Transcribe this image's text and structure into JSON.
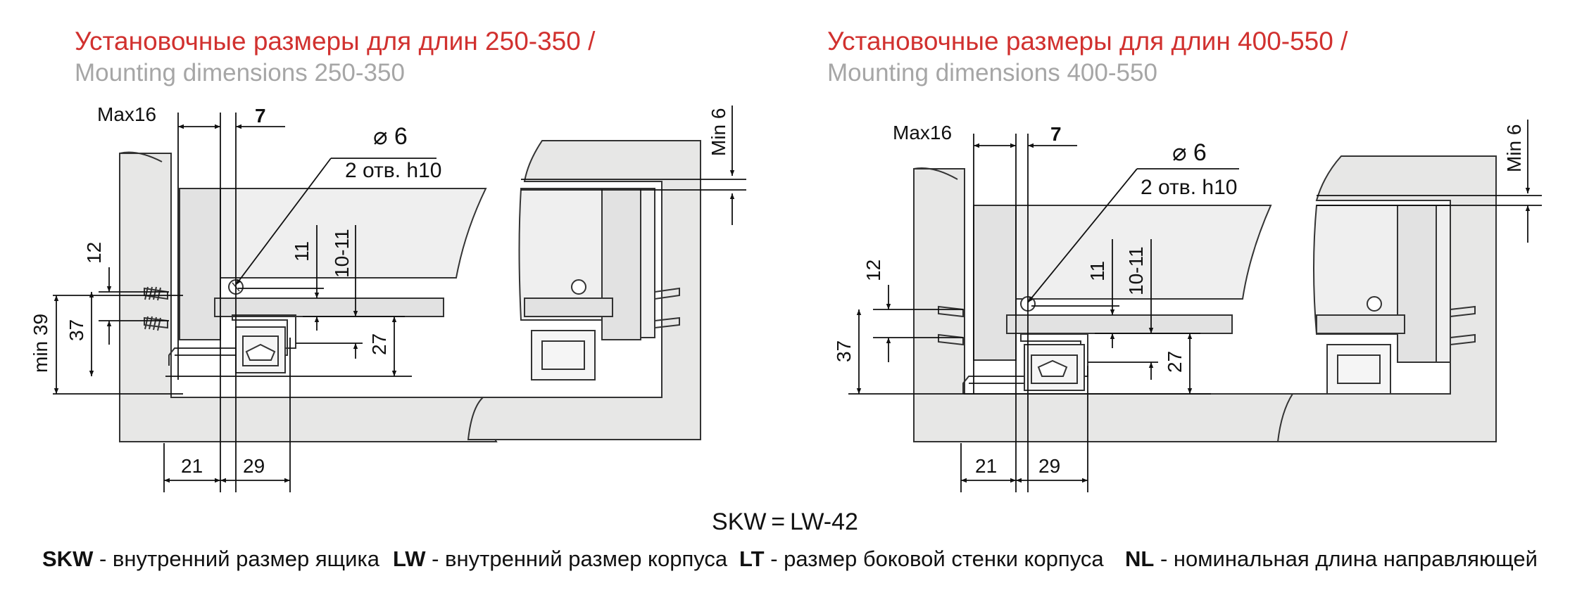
{
  "headings": {
    "left_ru": "Установочные размеры для длин 250-350 /",
    "left_en": "Mounting dimensions 250-350",
    "right_ru": "Установочные размеры для длин 400-550 /",
    "right_en": "Mounting dimensions 400-550"
  },
  "left_diagram": {
    "max16": "Max16",
    "dim_7": "7",
    "diameter": "⌀ 6",
    "holes": "2 отв. h10",
    "min6": "Min 6",
    "dim_12": "12",
    "dim_37": "37",
    "min39": "min 39",
    "dim_11": "11",
    "dim_10_11": "10-11",
    "dim_27": "27",
    "dim_21": "21",
    "dim_29": "29"
  },
  "right_diagram": {
    "max16": "Max16",
    "dim_7": "7",
    "diameter": "⌀ 6",
    "holes": "2 отв. h10",
    "min6": "Min 6",
    "dim_12": "12",
    "dim_37": "37",
    "dim_11": "11",
    "dim_10_11": "10-11",
    "dim_27": "27",
    "dim_21": "21",
    "dim_29": "29"
  },
  "formula": "SKW = LW-42",
  "legend": [
    {
      "abbr": "SKW",
      "text": " - внутренний размер ящика"
    },
    {
      "abbr": "LW",
      "text": " - внутренний размер корпуса"
    },
    {
      "abbr": "LT",
      "text": " - размер боковой стенки корпуса"
    },
    {
      "abbr": "NL",
      "text": " - номинальная длина направляющей"
    }
  ]
}
